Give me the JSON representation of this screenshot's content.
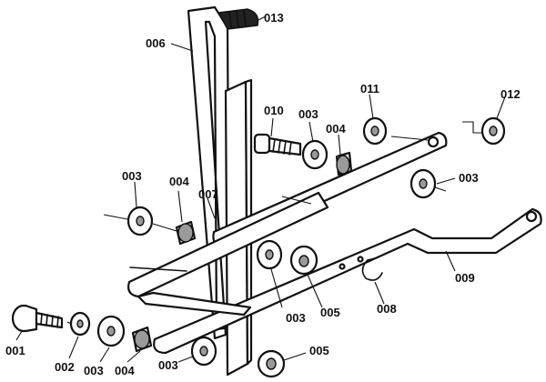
{
  "callouts": {
    "c001": "001",
    "c002": "002",
    "c003a": "003",
    "c003b": "003",
    "c003c": "003",
    "c003d": "003",
    "c003e": "003",
    "c003f": "003",
    "c004a": "004",
    "c004b": "004",
    "c004c": "004",
    "c005a": "005",
    "c005b": "005",
    "c006": "006",
    "c007": "007",
    "c008": "008",
    "c009": "009",
    "c010": "010",
    "c011": "011",
    "c012": "012",
    "c013": "013"
  },
  "colors": {
    "ink": "#111111",
    "background": "#ffffff",
    "shading": "#9a9a9a"
  }
}
